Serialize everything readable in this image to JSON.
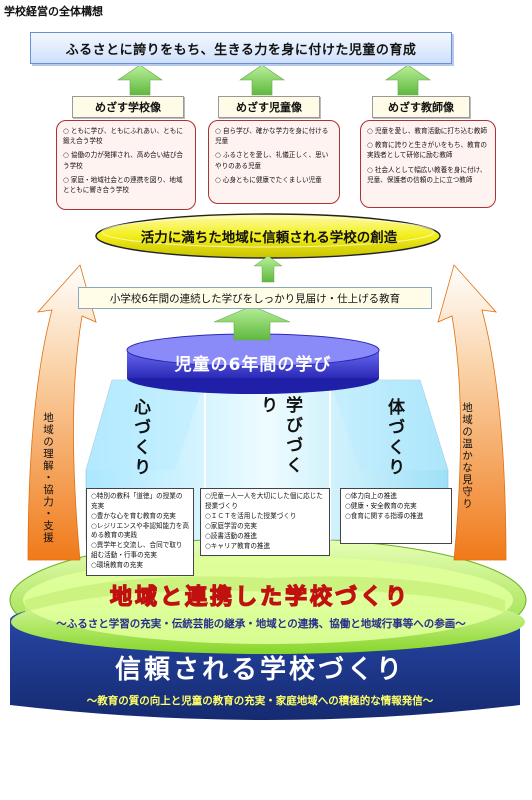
{
  "page_title": "学校経営の全体構想",
  "top_banner": "ふるさとに誇りをもち、生きる力を身に付けた児童の育成",
  "goals": [
    {
      "label": "めざす学校像",
      "items": [
        "○ ともに学び、ともにふれあい、ともに鍛え合う学校",
        "○ 協働の力が発揮され、高め合い結び合う学校",
        "○ 家庭・地域社会との連携を図り、地域とともに響き合う学校"
      ]
    },
    {
      "label": "めざす児童像",
      "items": [
        "○ 自ら学び、確かな学力を身に付ける児童",
        "○ ふるさとを愛し、礼儀正しく、思いやりのある児童",
        "○ 心身ともに健康でたくましい児童"
      ]
    },
    {
      "label": "めざす教師像",
      "items": [
        "○ 児童を愛し、教育活動に打ち込む教師",
        "○ 教育に誇りと生きがいをもち、教育の実践者として研修に励む教師",
        "○ 社会人として幅広い教養を身に付け、児童、保護者の信頼の上に立つ教師"
      ]
    }
  ],
  "vision": "活力に満ちた地域に信頼される学校の創造",
  "education_line": "小学校6年間の連続した学びをしっかり見届け・仕上げる教育",
  "drum_title": "児童の6年間の学び",
  "pillars": [
    {
      "title": "心づくり",
      "items": [
        "○特別の教科「道徳」の授業の充実",
        "○豊かな心を育む教育の充実",
        "○レジリエンスや非認知能力を高める教育の実践",
        "○異学年と交流し、合同で取り組む活動・行事の充実",
        "○環境教育の充実"
      ]
    },
    {
      "title": "学びづくり",
      "items": [
        "○児童一人一人を大切にした個に応じた授業づくり",
        "○ＩＣＴを活用した授業づくり",
        "○家庭学習の充実",
        "○読書活動の推進",
        "○キャリア教育の推進"
      ]
    },
    {
      "title": "体づくり",
      "items": [
        "○体力向上の推進",
        "○健康・安全教育の充実",
        "○食育に関する指導の推進"
      ]
    }
  ],
  "left_support": "地域の理解・協力・支援",
  "right_support": "地域の温かな見守り",
  "community_title": "地域と連携した学校づくり",
  "community_sub": "～ふるさと学習の充実・伝統芸能の継承・地域との連携、協働と地域行事等への参画～",
  "trust_title": "信頼される学校づくり",
  "trust_sub": "～教育の質の向上と児童の教育の充実・家庭地域への積極的な情報発信～",
  "colors": {
    "drum_blue": "#3a3ad0",
    "ellipse_yellow": "#f2ee1a",
    "arrow_green": "#8fd66b",
    "base_navy": "#1e3a8a",
    "base_green": "#9ede3a",
    "side_arrow": "#f28a28"
  }
}
